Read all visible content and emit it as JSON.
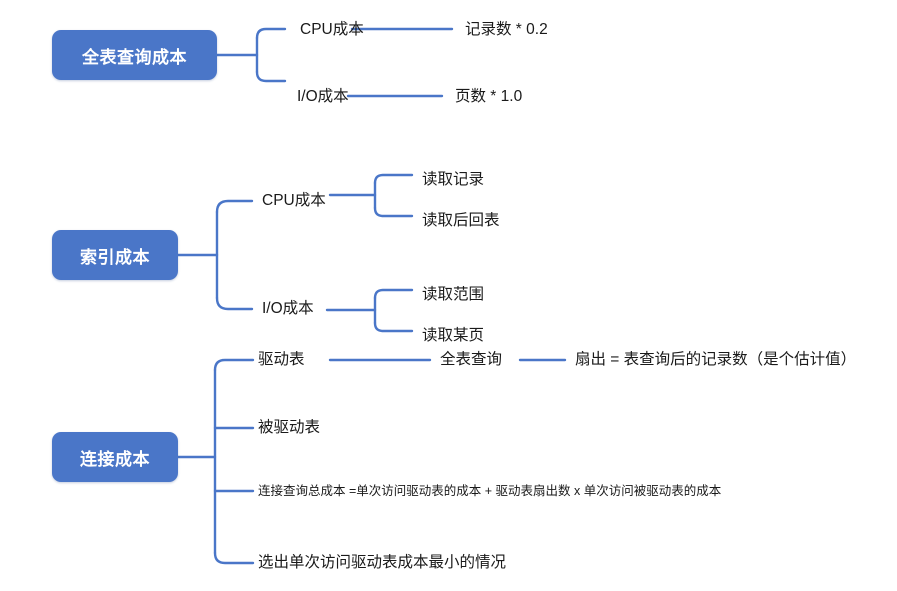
{
  "diagram": {
    "title": "MySQL 查询成本思维导图",
    "colors": {
      "node_fill": "#4a76c8",
      "node_text": "#ffffff",
      "connector": "#4a76c8",
      "leaf_text": "#1a1a1a",
      "background": "#ffffff"
    },
    "branches": [
      {
        "id": "full-table-scan-cost",
        "root": "全表查询成本",
        "children": [
          {
            "id": "cpu-cost",
            "label": "CPU成本",
            "children": [
              {
                "id": "cpu-formula",
                "label": "记录数 * 0.2"
              }
            ]
          },
          {
            "id": "io-cost",
            "label": "I/O成本",
            "children": [
              {
                "id": "io-formula",
                "label": "页数 * 1.0"
              }
            ]
          }
        ]
      },
      {
        "id": "index-cost",
        "root": "索引成本",
        "children": [
          {
            "id": "index-cpu-cost",
            "label": "CPU成本",
            "children": [
              {
                "id": "read-records",
                "label": "读取记录"
              },
              {
                "id": "read-then-back-to-table",
                "label": "读取后回表"
              }
            ]
          },
          {
            "id": "index-io-cost",
            "label": "I/O成本",
            "children": [
              {
                "id": "read-range",
                "label": "读取范围"
              },
              {
                "id": "read-page",
                "label": "读取某页"
              }
            ]
          }
        ]
      },
      {
        "id": "join-cost",
        "root": "连接成本",
        "children": [
          {
            "id": "driving-table",
            "label": "驱动表",
            "children": [
              {
                "id": "full-table-query",
                "label": "全表查询",
                "children": [
                  {
                    "id": "fanout-definition",
                    "label": "扇出 = 表查询后的记录数（是个估计值）"
                  }
                ]
              }
            ]
          },
          {
            "id": "driven-table",
            "label": "被驱动表"
          },
          {
            "id": "join-total-cost-formula",
            "label": "连接查询总成本 =单次访问驱动表的成本 + 驱动表扇出数 x 单次访问被驱动表的成本",
            "small": true
          },
          {
            "id": "pick-min-single-access-cost",
            "label": "选出单次访问驱动表成本最小的情况"
          }
        ]
      }
    ]
  }
}
